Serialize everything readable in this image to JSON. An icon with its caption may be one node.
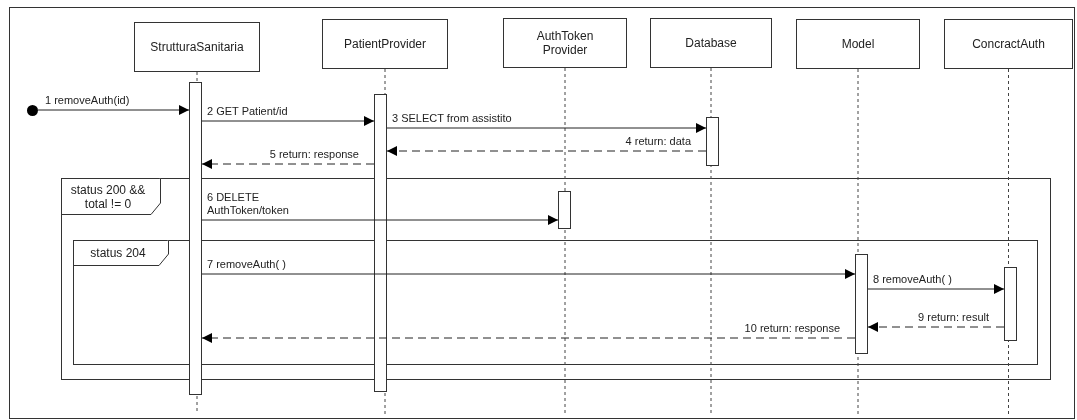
{
  "diagram": {
    "nodes": [
      {
        "text": [
          "StrutturaSanitaria"
        ]
      },
      {
        "text": [
          "PatientProvider"
        ]
      },
      {
        "text": [
          "AuthToken Provider"
        ]
      },
      {
        "text": [
          "Database"
        ]
      },
      {
        "text": [
          "Model"
        ]
      },
      {
        "text": [
          "ConcractAuth"
        ]
      },
      {
        "text": [],
        "shape": "circle"
      },
      {
        "text": [],
        "shape": "bar"
      },
      {
        "text": [],
        "shape": "bar"
      },
      {
        "text": [],
        "shape": "bar"
      },
      {
        "text": [],
        "shape": "bar",
        "in": 13
      },
      {
        "text": [],
        "shape": "bar",
        "in": 14
      },
      {
        "text": [],
        "shape": "bar",
        "in": 14
      },
      {
        "text": [
          "status 200 && total != 0"
        ]
      },
      {
        "text": [
          "status 204"
        ],
        "in": 13
      }
    ],
    "edges": [
      {
        "from": 6,
        "to": 7,
        "arrow": "to",
        "label": "1 removeAuth(id)"
      },
      {
        "from": 7,
        "to": 8,
        "arrow": "to",
        "label": "2 GET Patient/id"
      },
      {
        "from": 8,
        "to": 9,
        "arrow": "to",
        "label": "3 SELECT from assistito"
      },
      {
        "from": 9,
        "to": 8,
        "arrow": "to",
        "label": "4 return: data",
        "style": "dashed"
      },
      {
        "from": 8,
        "to": 7,
        "arrow": "to",
        "label": "5 return: response",
        "style": "dashed"
      },
      {
        "from": 7,
        "to": 10,
        "arrow": "to",
        "label": "6 DELETE AuthToken/token"
      },
      {
        "from": 7,
        "to": 11,
        "arrow": "to",
        "label": "7 removeAuth( )"
      },
      {
        "from": 11,
        "to": 12,
        "arrow": "to",
        "label": "8 removeAuth( )"
      },
      {
        "from": 12,
        "to": 11,
        "arrow": "to",
        "label": "9 return: result",
        "style": "dashed"
      },
      {
        "from": 11,
        "to": 7,
        "arrow": "to",
        "label": "10 return: response",
        "style": "dashed"
      }
    ]
  }
}
